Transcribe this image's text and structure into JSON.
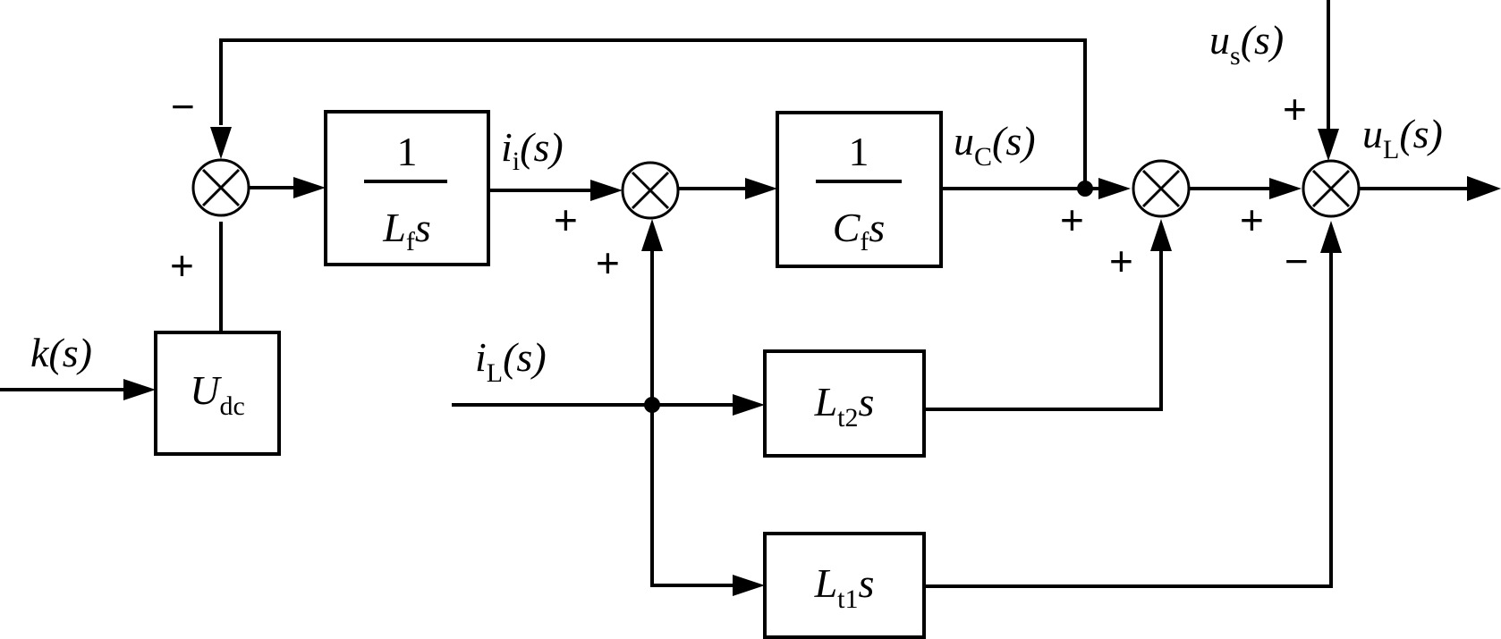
{
  "blocks": {
    "lf": {
      "num": "1",
      "sym": "L",
      "sub": "f",
      "var": "s"
    },
    "cf": {
      "num": "1",
      "sym": "C",
      "sub": "f",
      "var": "s"
    },
    "udc": {
      "sym": "U",
      "sub": "dc"
    },
    "lt2": {
      "sym": "L",
      "sub": "t2",
      "var": "s"
    },
    "lt1": {
      "sym": "L",
      "sub": "t1",
      "var": "s"
    }
  },
  "signals": {
    "k": {
      "sym": "k",
      "arg": "(s)"
    },
    "ii": {
      "sym": "i",
      "sub": "i",
      "arg": "(s)"
    },
    "uc": {
      "sym": "u",
      "sub": "C",
      "arg": "(s)"
    },
    "il": {
      "sym": "i",
      "sub": "L",
      "arg": "(s)"
    },
    "us": {
      "sym": "u",
      "sub": "s",
      "arg": "(s)"
    },
    "ul": {
      "sym": "u",
      "sub": "L",
      "arg": "(s)"
    }
  },
  "signs": {
    "sj1_top": "−",
    "sj1_bottom": "+",
    "sj2_left": "+",
    "sj2_bottom": "+",
    "sj3_left": "+",
    "sj3_bottom": "+",
    "sj4_top": "+",
    "sj4_left": "+",
    "sj4_bottom": "−"
  }
}
